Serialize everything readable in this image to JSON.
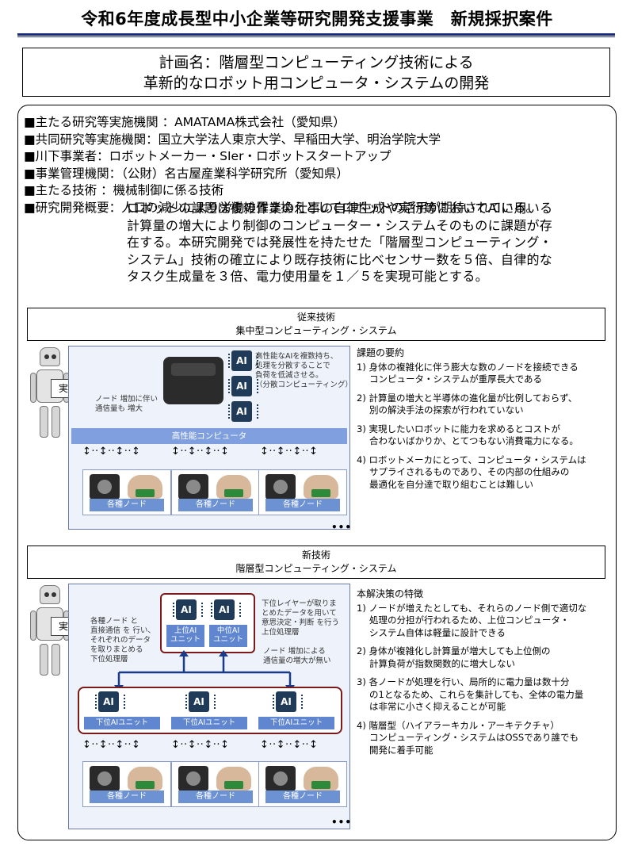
{
  "header": {
    "title": "令和6年度成長型中小企業等研究開発支援事業　新規採択案件"
  },
  "plan": {
    "line1": "計画名：階層型コンピューティング技術による",
    "line2": "革新的なロボット用コンピュータ・システムの開発"
  },
  "info": [
    "■主たる研究等実施機関 ：AMATAMA株式会社（愛知県）",
    "■共同研究等実施機関：国立大学法人東京大学、早稲田大学、明治学院大学",
    "■川下事業者：ロボットメーカー・SIer・ロボットスタートアップ",
    "■事業管理機関：（公財）名古屋産業科学研究所（愛知県）",
    "■主たる技術 ：機械制御に係る技術",
    "■研究開発概要：人口の減少により労働の置き換えとしてロボットの活用が期待されている。"
  ],
  "summary": [
    "ロボットの課題は複雑作業の仕事の自律生成や実行等においてAIに用いる",
    "計算量の増大により制御のコンピューター・システムそのものに課題が存",
    "在する。本研究開発では発展性を持たせた「階層型コンピューティング・",
    "システム」技術の確立により既存技術に比べセンサー数を５倍、自律的な",
    "タスク生成量を３倍、電力使用量を１／５を実現可能とする。"
  ],
  "conventional": {
    "box_line1": "従来技術",
    "box_line2": "集中型コンピューティング・システム",
    "callout": "実現",
    "note_ai": [
      "高性能なAIを複数持ち、",
      "処理を分散することで",
      "負荷を低減させる。",
      "（分散コンピューティング）"
    ],
    "note_node": [
      "ノード 増加に伴い",
      "通信量も 増大"
    ],
    "hpc_label": "高性能コンピュータ",
    "chip_label": "AI",
    "arrows": "↕··↕··↕··↕",
    "node_label": "各種ノード",
    "ellipsis": "•••",
    "issues_head": "課題の要約",
    "issues": [
      {
        "n": "1)",
        "l1": "身体の複雑化に伴う膨大な数のノードを接続できる",
        "l2": "コンピュータ・システムが重厚長大である"
      },
      {
        "n": "2)",
        "l1": "計算量の増大と半導体の進化量が比例しておらず、",
        "l2": "別の解決手法の探索が行われていない"
      },
      {
        "n": "3)",
        "l1": "実現したいロボットに能力を求めるとコストが",
        "l2": "合わないばかりか、とてつもない消費電力になる。"
      },
      {
        "n": "4)",
        "l1": "ロボットメーカにとって、コンピュータ・システムは",
        "l2": "サプライされるものであり、その内部の仕組みの",
        "l3": "最適化を自分達で取り組むことは難しい"
      }
    ]
  },
  "newtech": {
    "box_line1": "新技術",
    "box_line2": "階層型コンピューティング・システム",
    "callout": "実現",
    "note_left": [
      "各種ノード と",
      "直接通信 を 行い、",
      "それぞれのデータ",
      "を取りまとめる",
      "下位処理層"
    ],
    "note_right": [
      "下位レイヤーが取りま",
      "とめたデータを用いて",
      "意思決定・判断 を行う",
      "上位処理層"
    ],
    "note_mid": [
      "ノード 増加による",
      "通信量の増大が無い"
    ],
    "upper_units": [
      "上位AI",
      "ユニット",
      "中位AI",
      "ユニット"
    ],
    "lower_unit": "下位AIユニット",
    "chip_label": "AI",
    "arrows": "↕··↕··↕··↕",
    "node_label": "各種ノード",
    "ellipsis": "•••",
    "features_head": "本解決策の特徴",
    "features": [
      {
        "n": "1)",
        "l1": "ノードが増えたとしても、それらのノード側で適切な",
        "l2": "処理の分担が行われるため、上位コンピュータ・",
        "l3": "システム自体は軽量に設計できる"
      },
      {
        "n": "2)",
        "l1": "身体が複雑化し計算量が増大しても上位側の",
        "l2": "計算負荷が指数関数的に増大しない"
      },
      {
        "n": "3)",
        "l1": "各ノードが処理を行い、局所的に電力量は数十分",
        "l2": "の1となるため、これらを集計しても、全体の電力量",
        "l3": "は非常に小さく抑えることが可能"
      },
      {
        "n": "4)",
        "l1": "階層型（ハイアラーキカル・アーキテクチャ）",
        "l2": "コンピューティング・システムはOSSであり誰でも",
        "l3": "開発に着手可能"
      }
    ]
  }
}
